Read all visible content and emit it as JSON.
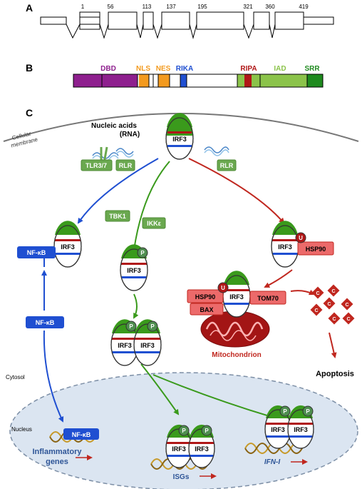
{
  "panels": {
    "a": "A",
    "b": "B",
    "c": "C"
  },
  "exon_numbers": [
    "1",
    "56",
    "113",
    "137",
    "195",
    "321",
    "360",
    "419"
  ],
  "domains": {
    "dbd": "DBD",
    "nls": "NLS",
    "nes": "NES",
    "rika": "RIKA",
    "ripa": "RIPA",
    "iad": "IAD",
    "srr": "SRR"
  },
  "labels": {
    "cellular_membrane": "Cellular membrane",
    "nucleic_acids": "Nucleic acids",
    "rna": "(RNA)",
    "tlr": "TLR3/7",
    "rlr": "RLR",
    "tbk1": "TBK1",
    "ikke": "IKKε",
    "irf3": "IRF3",
    "nfkb": "NF-κB",
    "hsp90": "HSP90",
    "tom70": "TOM70",
    "bax": "BAX",
    "mitochondrion": "Mitochondrion",
    "apoptosis": "Apoptosis",
    "cytosol": "Cytosol",
    "nucleus": "Nucleus",
    "inflammatory": "Inflammatory",
    "genes": "genes",
    "isgs": "ISGs",
    "ifn": "IFN-I",
    "p": "P",
    "u": "U",
    "c": "C"
  },
  "colors": {
    "dbd": "#8e1f8e",
    "nls": "#f39a1e",
    "nes": "#f39a1e",
    "rika": "#1f4fd1",
    "ripa": "#b01717",
    "iad": "#8bc34a",
    "srr": "#1e8a1e",
    "blue": "#1f4fd1",
    "red": "#c0271f",
    "green": "#3a9a1c",
    "sensor": "#6aa84f",
    "nucleus": "#dbe5f1"
  }
}
